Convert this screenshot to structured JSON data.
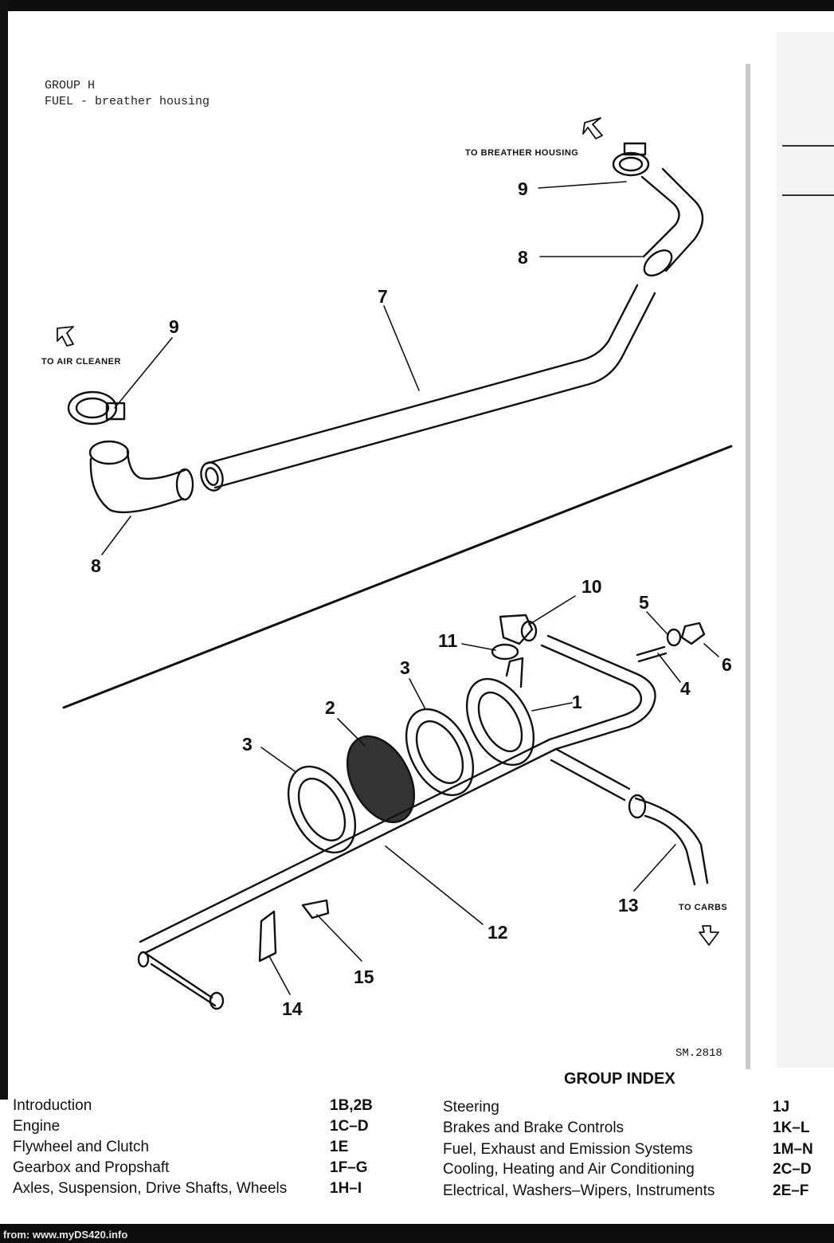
{
  "header": {
    "group": "GROUP H",
    "subtitle": "FUEL - breather housing"
  },
  "diagram": {
    "plate_ref": "SM.2818",
    "notes": {
      "to_breather_housing": "TO BREATHER HOUSING",
      "to_air_cleaner": "TO AIR CLEANER",
      "to_carbs": "TO CARBS"
    },
    "callouts": [
      "1",
      "2",
      "3",
      "3",
      "4",
      "5",
      "6",
      "7",
      "8",
      "8",
      "9",
      "9",
      "10",
      "11",
      "12",
      "13",
      "14",
      "15"
    ]
  },
  "group_index": {
    "heading": "GROUP INDEX",
    "left": [
      {
        "label": "Introduction",
        "code": "1B,2B"
      },
      {
        "label": "Engine",
        "code": "1C–D"
      },
      {
        "label": "Flywheel and Clutch",
        "code": "1E"
      },
      {
        "label": "Gearbox and Propshaft",
        "code": "1F–G"
      },
      {
        "label": "Axles, Suspension, Drive Shafts, Wheels",
        "code": "1H–I"
      }
    ],
    "right": [
      {
        "label": "Steering",
        "code": "1J"
      },
      {
        "label": "Brakes and Brake Controls",
        "code": "1K–L"
      },
      {
        "label": "Fuel, Exhaust and Emission Systems",
        "code": "1M–N"
      },
      {
        "label": "Cooling, Heating and Air Conditioning",
        "code": "2C–D"
      },
      {
        "label": "Electrical, Washers–Wipers, Instruments",
        "code": "2E–F"
      }
    ]
  },
  "source_note": "from: www.myDS420.info"
}
